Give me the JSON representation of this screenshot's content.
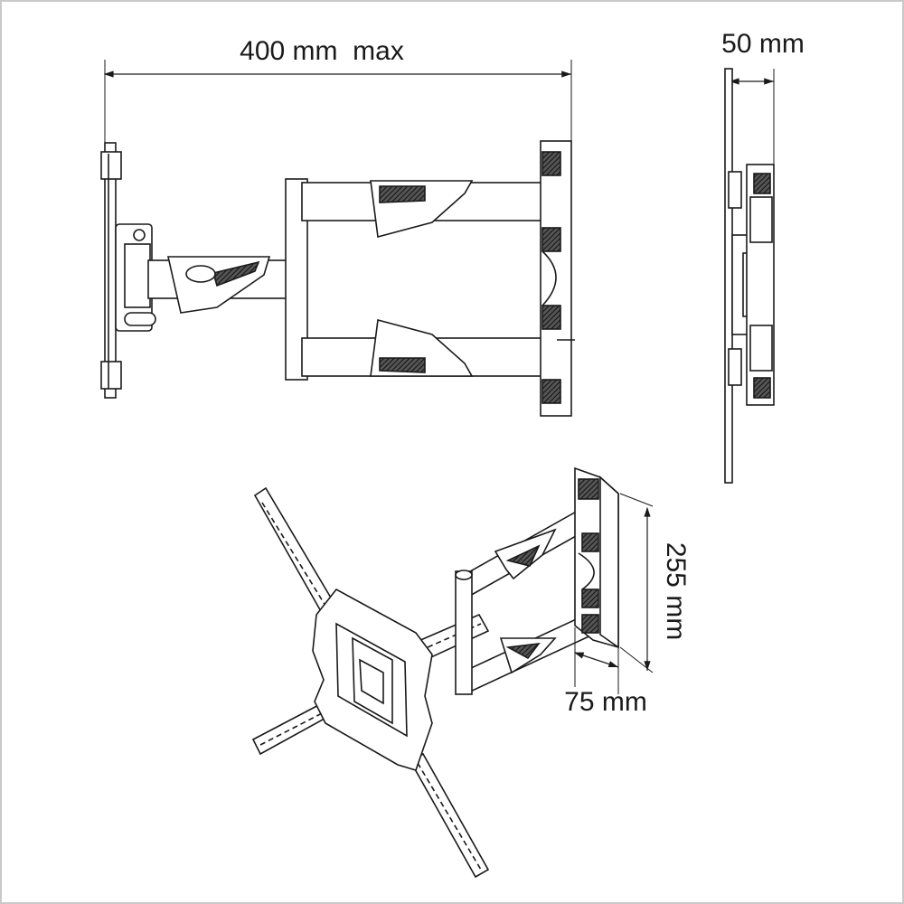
{
  "dimensions": {
    "width_label": "400 mm  max",
    "depth_label": "50 mm",
    "height_label": "255 mm",
    "plate_label": "75 mm"
  },
  "colors": {
    "line": "#1a1a1a",
    "fill": "#ffffff",
    "dark": "#2a2a2a",
    "frame": "#c9c9c9"
  }
}
